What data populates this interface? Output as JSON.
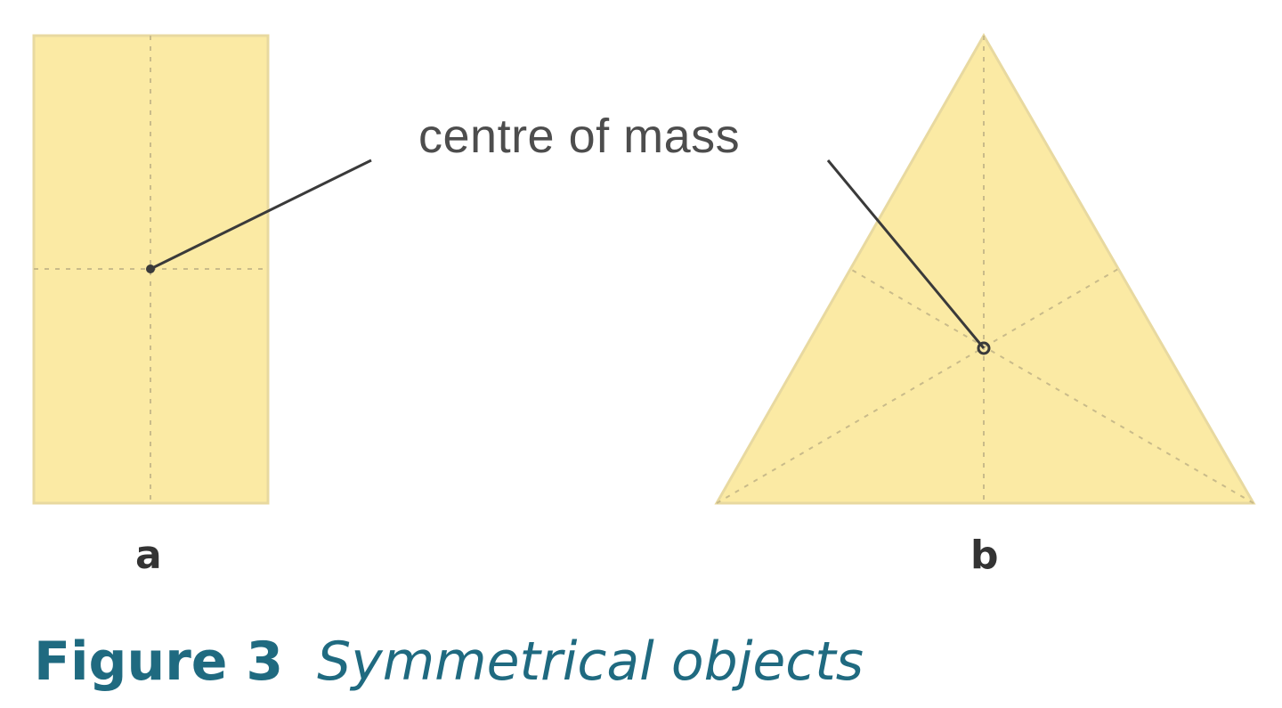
{
  "callout": {
    "text": "centre of mass"
  },
  "shapes": {
    "rectangle": {
      "label": "a"
    },
    "triangle": {
      "label": "b"
    }
  },
  "caption": {
    "number": "Figure 3",
    "title": "Symmetrical objects"
  },
  "colors": {
    "fill": "#fbeaa4",
    "outline": "#e8d9a0",
    "symmetry_line": "#c9bb8a",
    "leader_line": "#3a3a3a",
    "caption": "#1f6a80"
  }
}
